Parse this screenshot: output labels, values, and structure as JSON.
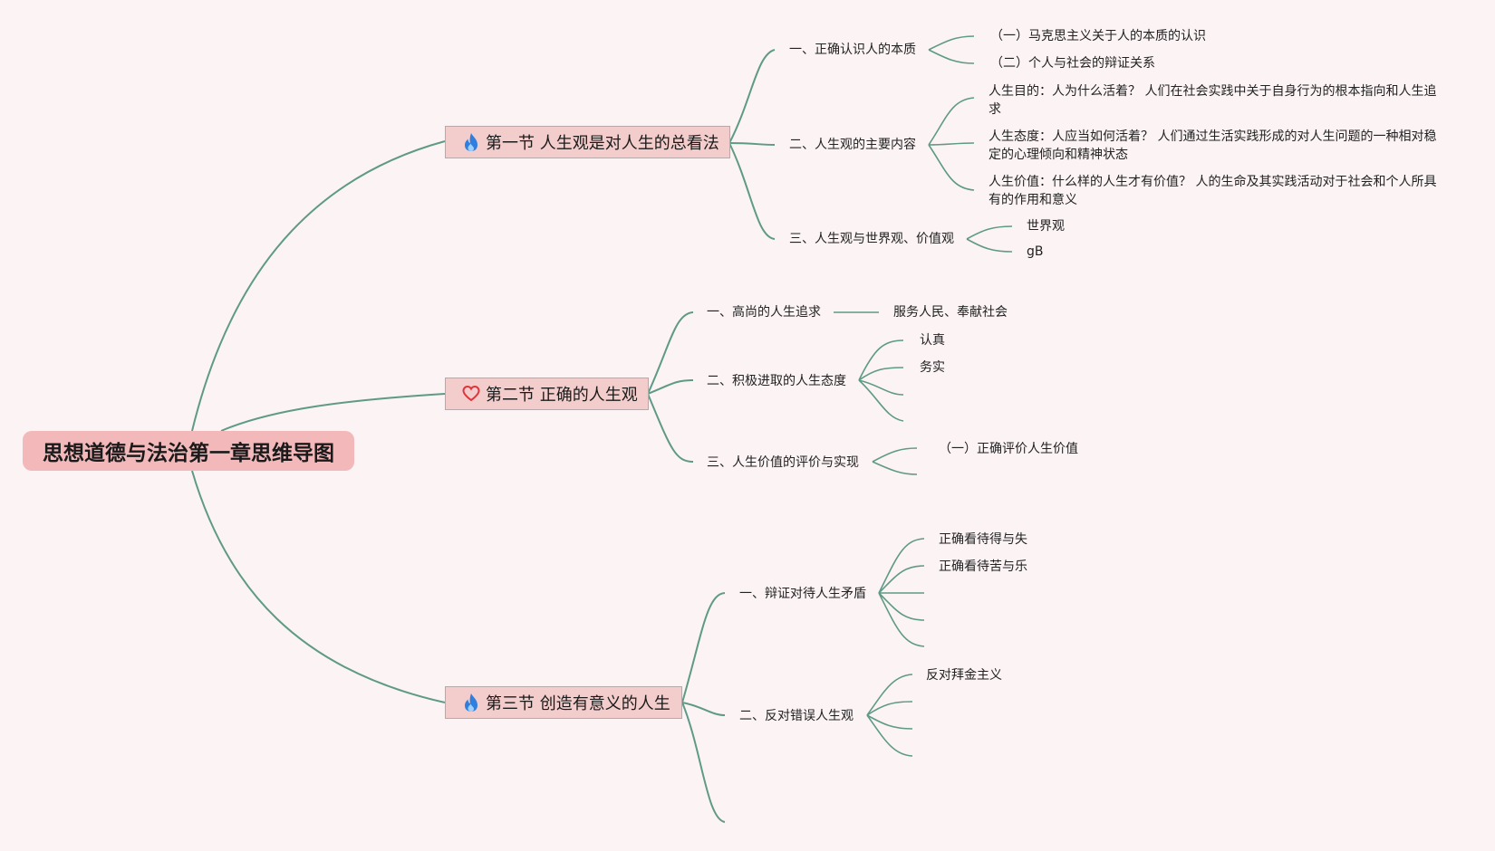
{
  "root": {
    "title": "思想道德与法治第一章思维导图"
  },
  "sections": [
    {
      "title": "第一节 人生观是对人生的总看法",
      "icon": "flame-icon",
      "topics": [
        {
          "label": "一、正确认识人的本质",
          "children": [
            "（一）马克思主义关于人的本质的认识",
            "（二）个人与社会的辩证关系"
          ]
        },
        {
          "label": "二、人生观的主要内容",
          "children": [
            "人生目的：人为什么活着？ 人们在社会实践中关于自身行为的根本指向和人生追求",
            "人生态度：人应当如何活着？ 人们通过生活实践形成的对人生问题的一种相对稳定的心理倾向和精神状态",
            "人生价值：什么样的人生才有价值？ 人的生命及其实践活动对于社会和个人所具有的作用和意义"
          ]
        },
        {
          "label": "三、人生观与世界观、价值观",
          "children": [
            "世界观",
            "gB"
          ]
        }
      ]
    },
    {
      "title": "第二节 正确的人生观",
      "icon": "heart-icon",
      "topics": [
        {
          "label": "一、高尚的人生追求",
          "children": [
            "服务人民、奉献社会"
          ]
        },
        {
          "label": "二、积极进取的人生态度",
          "children": [
            "认真",
            "务实",
            "",
            ""
          ]
        },
        {
          "label": "三、人生价值的评价与实现",
          "children": [
            "（一）正确评价人生价值",
            ""
          ]
        }
      ]
    },
    {
      "title": "第三节 创造有意义的人生",
      "icon": "flame-icon",
      "topics": [
        {
          "label": "一、辩证对待人生矛盾",
          "children": [
            "正确看待得与失",
            "正确看待苦与乐",
            "",
            ""
          ]
        },
        {
          "label": "二、反对错误人生观",
          "children": [
            "反对拜金主义",
            "",
            ""
          ]
        },
        {
          "label": "",
          "children": []
        }
      ]
    }
  ],
  "colors": {
    "background": "#fbf3f4",
    "line": "#5f9a86",
    "root_fill": "#f2b8ba",
    "section_fill": "#f3cccc",
    "flame": "#2f7fe0",
    "heart": "#e0343a"
  }
}
